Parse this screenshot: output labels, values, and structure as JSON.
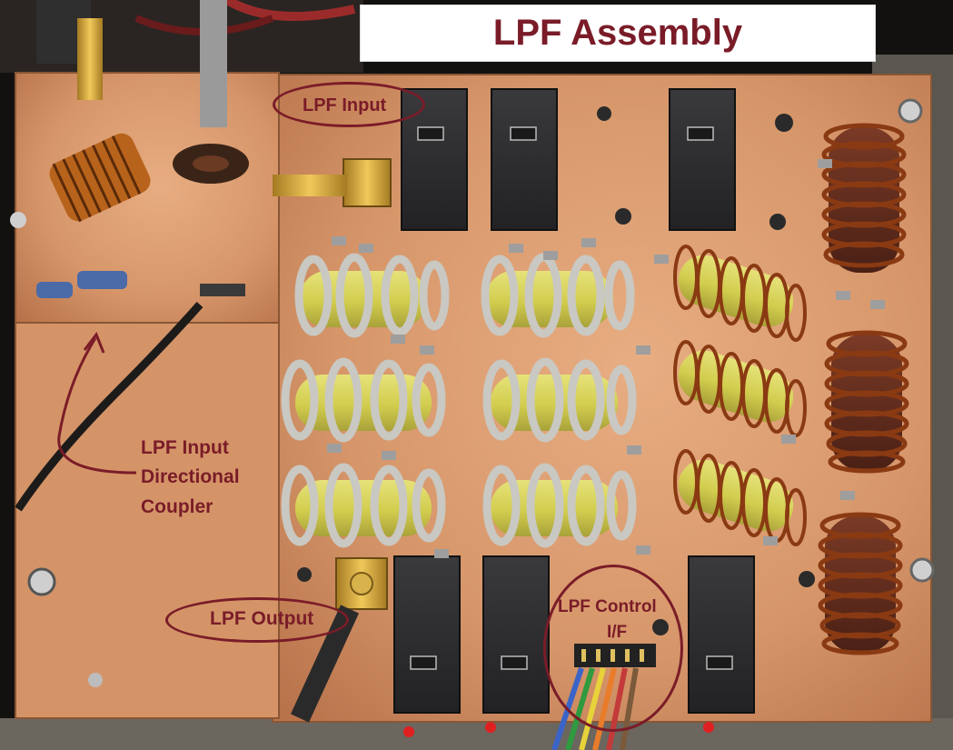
{
  "title": "LPF Assembly",
  "labels": {
    "input": "LPF Input",
    "output": "LPF Output",
    "coupler_line1": "LPF Input",
    "coupler_line2": "Directional",
    "coupler_line3": "Coupler",
    "control_line1": "LPF Control",
    "control_line2": "I/F"
  },
  "colors": {
    "annotation": "#7a1c28",
    "pcb_copper": "#d99a6c",
    "relay": "#2d2d2f",
    "toroid_core": "#d9d45a",
    "toroid_wire_white": "#c9c8c2",
    "toroid_wire_copper": "#8a3a12"
  }
}
